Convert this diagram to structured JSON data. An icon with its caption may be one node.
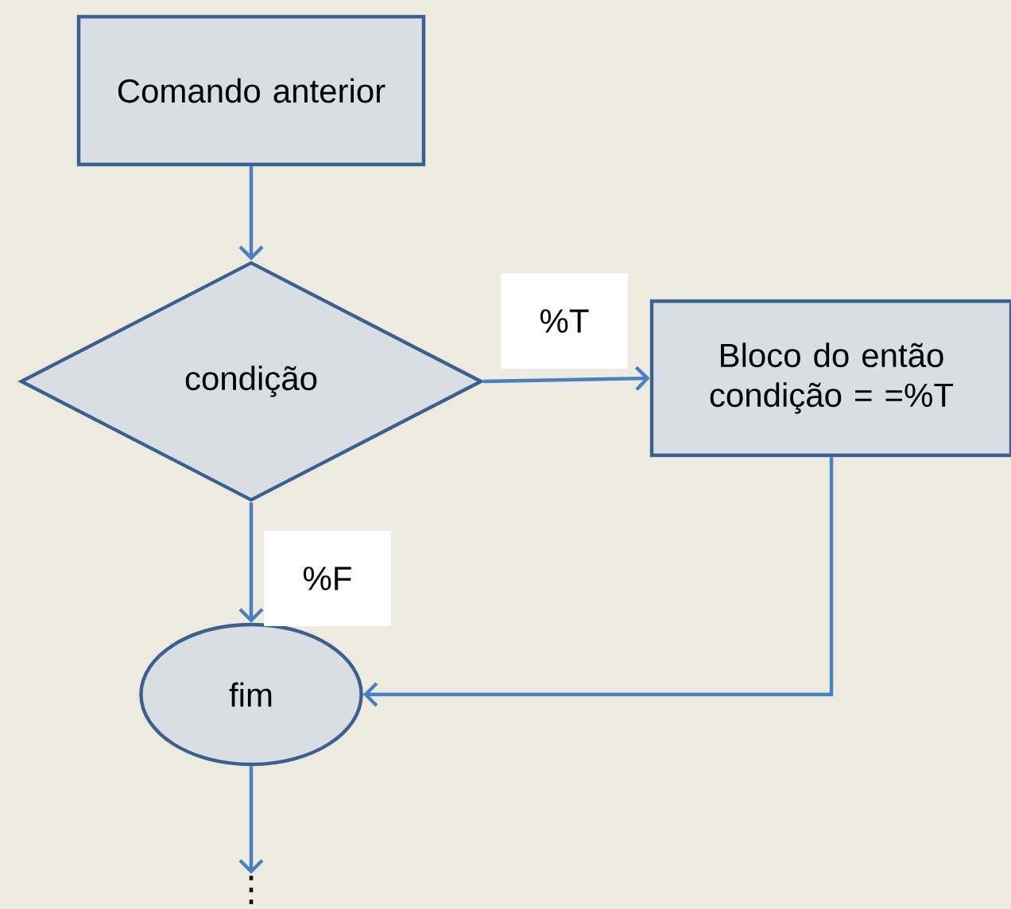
{
  "diagram": {
    "nodes": [
      {
        "text": [
          "Comando anterior"
        ]
      },
      {
        "text": [
          "condição"
        ]
      },
      {
        "text": [
          "Bloco do então condição = =%T"
        ]
      },
      {
        "text": [
          "fim"
        ]
      },
      {
        "text": [
          "⋮"
        ]
      }
    ],
    "edges": [
      {
        "from": 0,
        "to": 1,
        "arrow": "to"
      },
      {
        "from": 1,
        "to": 2,
        "arrow": "to",
        "label": "%T"
      },
      {
        "from": 1,
        "to": 3,
        "arrow": "to",
        "label": "%F"
      },
      {
        "from": 2,
        "to": 3,
        "arrow": "to"
      },
      {
        "from": 3,
        "to": 4,
        "arrow": "to"
      }
    ]
  }
}
